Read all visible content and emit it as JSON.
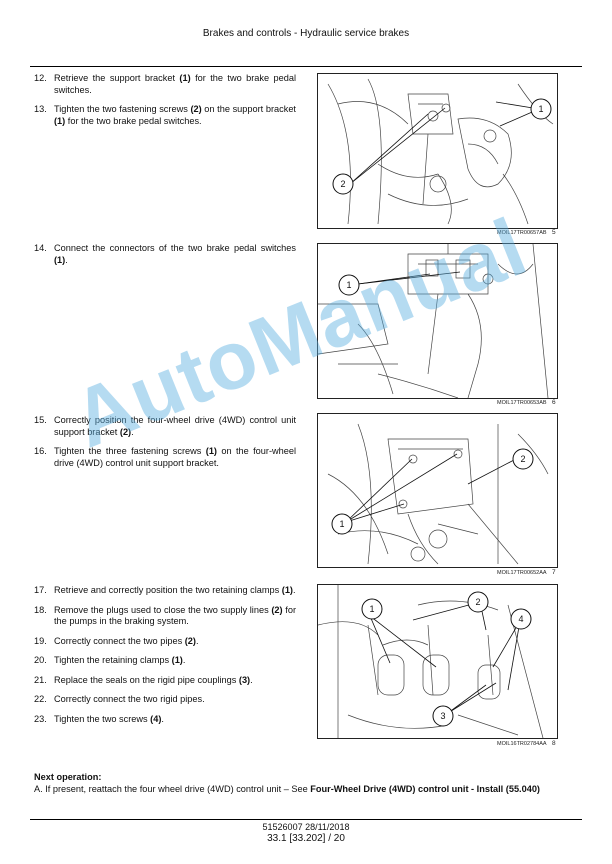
{
  "header": {
    "title": "Brakes and controls - Hydraulic service brakes"
  },
  "block1": {
    "steps": [
      {
        "num": "12.",
        "parts": [
          "Retrieve the support bracket ",
          "(1)",
          " for the two brake pedal switches."
        ]
      },
      {
        "num": "13.",
        "parts": [
          "Tighten the two fastening screws ",
          "(2)",
          " on the support bracket ",
          "(1)",
          " for the two brake pedal switches."
        ]
      }
    ],
    "figure": {
      "code": "MOIL17TR00657AB",
      "number": "5",
      "callouts": [
        "1",
        "2"
      ]
    }
  },
  "block2": {
    "steps": [
      {
        "num": "14.",
        "parts": [
          "Connect the connectors of the two brake pedal switches ",
          "(1)",
          "."
        ]
      }
    ],
    "figure": {
      "code": "MOIL17TR00653AB",
      "number": "6",
      "callouts": [
        "1"
      ]
    }
  },
  "block3": {
    "steps": [
      {
        "num": "15.",
        "parts": [
          "Correctly position the four-wheel drive (4WD) control unit support bracket ",
          "(2)",
          "."
        ]
      },
      {
        "num": "16.",
        "parts": [
          "Tighten the three fastening screws ",
          "(1)",
          " on the four-wheel drive (4WD) control unit support bracket."
        ]
      }
    ],
    "figure": {
      "code": "MOIL17TR00652AA",
      "number": "7",
      "callouts": [
        "1",
        "2"
      ]
    }
  },
  "block4": {
    "steps": [
      {
        "num": "17.",
        "parts": [
          "Retrieve and correctly position the two retaining clamps ",
          "(1)",
          "."
        ]
      },
      {
        "num": "18.",
        "parts": [
          "Remove the plugs used to close the two supply lines ",
          "(2)",
          " for the pumps in the braking system."
        ]
      },
      {
        "num": "19.",
        "parts": [
          "Correctly connect the two pipes ",
          "(2)",
          "."
        ]
      },
      {
        "num": "20.",
        "parts": [
          "Tighten the retaining clamps ",
          "(1)",
          "."
        ]
      },
      {
        "num": "21.",
        "parts": [
          "Replace the seals on the rigid pipe couplings ",
          "(3)",
          "."
        ]
      },
      {
        "num": "22.",
        "parts": [
          "Correctly connect the two rigid pipes."
        ]
      },
      {
        "num": "23.",
        "parts": [
          "Tighten the two screws ",
          "(4)",
          "."
        ]
      }
    ],
    "figure": {
      "code": "MOIL16TR02784AA",
      "number": "8",
      "callouts": [
        "1",
        "2",
        "3",
        "4"
      ]
    }
  },
  "next_operation": {
    "title": "Next operation:",
    "text": "A. If present, reattach the four wheel drive (4WD) control unit – See ",
    "link": "Four-Wheel Drive (4WD) control unit - Install (55.040)"
  },
  "footer": {
    "doc": "51526007 28/11/2018",
    "page": "33.1 [33.202] / 20"
  },
  "watermark": {
    "text": "AutoManual",
    "color": "#5aafe1"
  }
}
